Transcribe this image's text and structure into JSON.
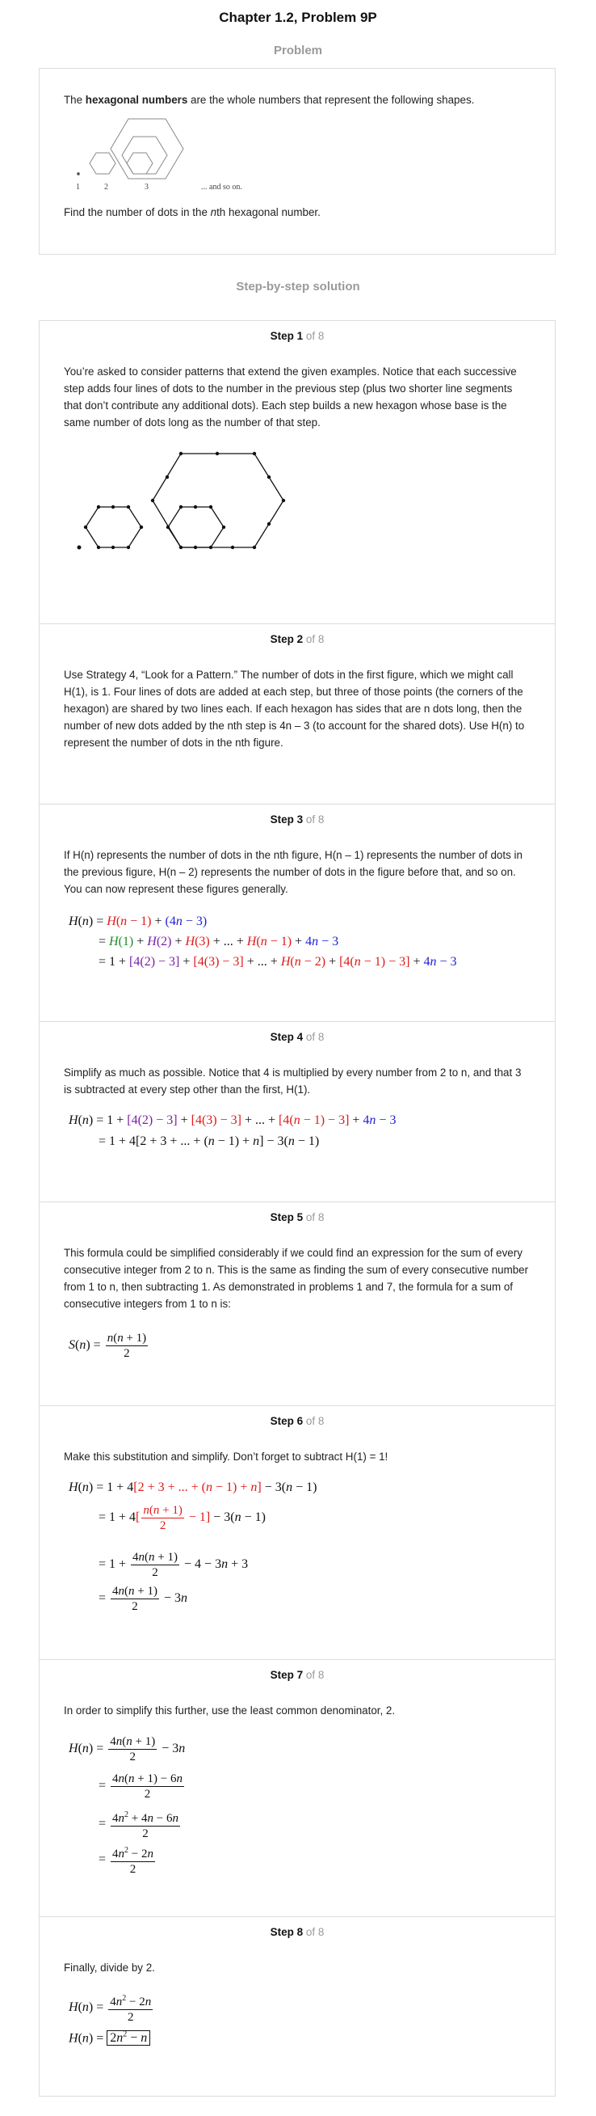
{
  "header": {
    "title": "Chapter 1.2, Problem 9P"
  },
  "problem": {
    "heading": "Problem",
    "text_pre": "The ",
    "text_bold": "hexagonal numbers",
    "text_post": " are the whole numbers that represent the following shapes.",
    "figure_labels": [
      "1",
      "2",
      "3",
      "... and so on."
    ],
    "question_pre": "Find the number of dots in the ",
    "question_italic": "n",
    "question_post": "th hexagonal number."
  },
  "solution": {
    "heading": "Step-by-step solution"
  },
  "steps": [
    {
      "label": "Step 1",
      "of": "of 8",
      "text": "You’re asked to consider patterns that extend the given examples. Notice that each successive step adds four lines of dots to the number in the previous step (plus two shorter line segments that don’t contribute any additional dots). Each step builds a new hexagon whose base is the same number of dots long as the number of that step."
    },
    {
      "label": "Step 2",
      "of": "of 8",
      "text": "Use Strategy 4, “Look for a Pattern.” The number of dots in the first figure, which we might call H(1), is 1. Four lines of dots are added at each step, but three of those points (the corners of the hexagon) are shared by two lines each. If each hexagon has sides that are n dots long, then the number of new dots added by the nth step is 4n – 3 (to account for the shared dots). Use H(n) to represent the number of dots in the nth figure."
    },
    {
      "label": "Step 3",
      "of": "of 8",
      "text": "If H(n) represents the number of dots in the nth figure, H(n – 1) represents the number of dots in the previous figure, H(n – 2) represents the number of dots in the figure before that, and so on. You can now represent these figures generally."
    },
    {
      "label": "Step 4",
      "of": "of 8",
      "text": "Simplify as much as possible. Notice that 4 is multiplied by every number from 2 to n, and that 3 is subtracted at every step other than the first, H(1)."
    },
    {
      "label": "Step 5",
      "of": "of 8",
      "text": "This formula could be simplified considerably if we could find an expression for the sum of every consecutive integer from 2 to n. This is the same as finding the sum of every consecutive number from 1 to n, then subtracting 1. As demonstrated in problems 1 and 7, the formula for a sum of consecutive integers from 1 to n is:"
    },
    {
      "label": "Step 6",
      "of": "of 8",
      "text": "Make this substitution and simplify. Don’t forget to subtract H(1) = 1!"
    },
    {
      "label": "Step 7",
      "of": "of 8",
      "text": "In order to simplify this further, use the least common denominator, 2."
    },
    {
      "label": "Step 8",
      "of": "of 8",
      "text": "Finally, divide by 2."
    }
  ]
}
